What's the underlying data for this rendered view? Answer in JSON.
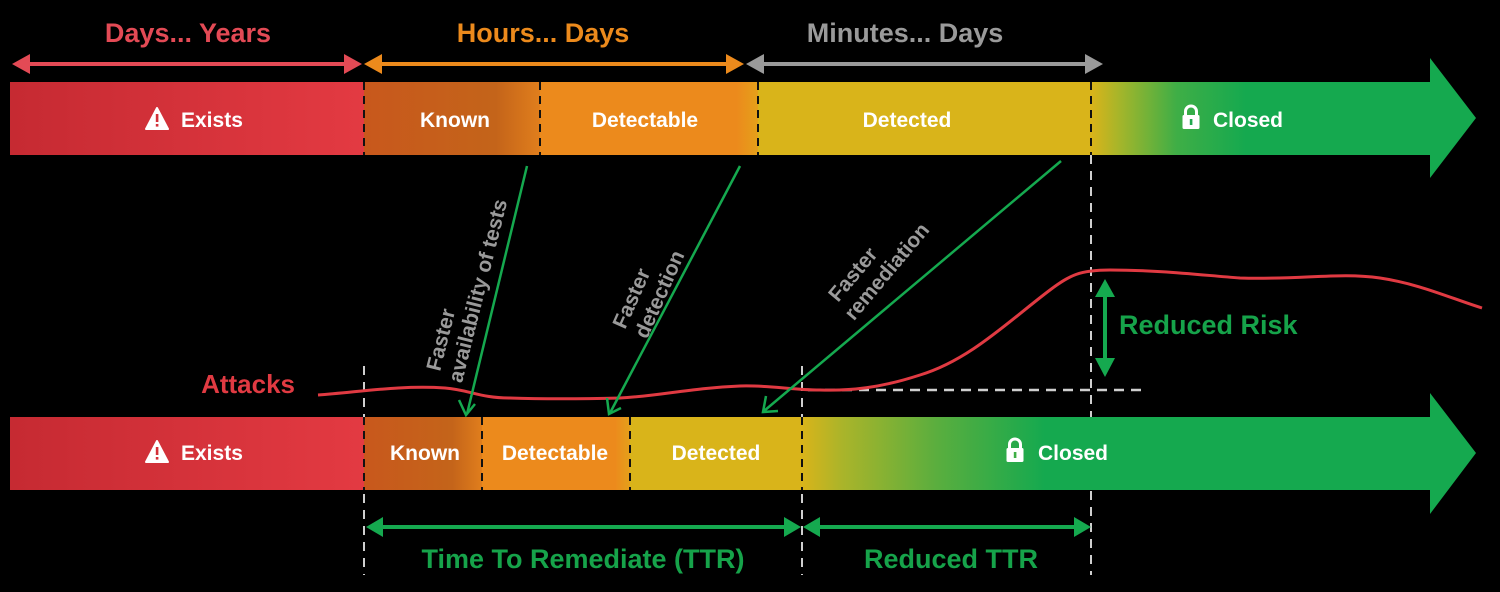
{
  "colors": {
    "red": "#e03a42",
    "red_dark": "#c62a32",
    "known": "#c4621a",
    "orange": "#ec8a1c",
    "yellow": "#d9b41a",
    "green": "#15a94f",
    "gray": "#9a9a9a",
    "dash": "#cfcfcf"
  },
  "top_timeline": {
    "ranges": [
      {
        "label": "Days... Years",
        "color": "#e34a55"
      },
      {
        "label": "Hours... Days",
        "color": "#ec8a1c"
      },
      {
        "label": "Minutes... Days",
        "color": "#9a9a9a"
      }
    ],
    "segments": [
      {
        "label": "Exists",
        "icon": "warning-icon"
      },
      {
        "label": "Known"
      },
      {
        "label": "Detectable"
      },
      {
        "label": "Detected"
      },
      {
        "label": "Closed",
        "icon": "lock-icon"
      }
    ]
  },
  "annotations": {
    "faster_tests": [
      "Faster",
      "availability of tests"
    ],
    "faster_detection": [
      "Faster",
      "detection"
    ],
    "faster_remediation": [
      "Faster",
      "remediation"
    ],
    "attacks": "Attacks",
    "reduced_risk": "Reduced Risk"
  },
  "bottom_timeline": {
    "segments": [
      {
        "label": "Exists",
        "icon": "warning-icon"
      },
      {
        "label": "Known"
      },
      {
        "label": "Detectable"
      },
      {
        "label": "Detected"
      },
      {
        "label": "Closed",
        "icon": "lock-icon"
      }
    ],
    "ttr_label": "Time To Remediate (TTR)",
    "reduced_ttr_label": "Reduced TTR"
  }
}
